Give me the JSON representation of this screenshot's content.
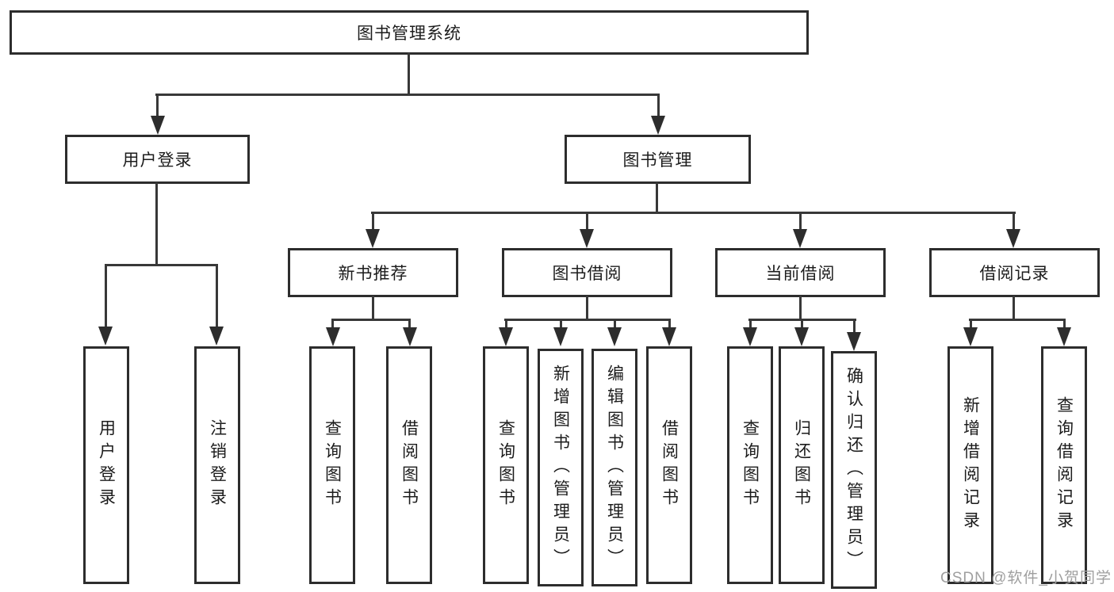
{
  "tree": {
    "root": "图书管理系统",
    "level2": [
      {
        "label": "用户登录",
        "children": [
          "用户登录",
          "注销登录"
        ]
      },
      {
        "label": "图书管理",
        "children": [
          {
            "label": "新书推荐",
            "children": [
              "查询图书",
              "借阅图书"
            ]
          },
          {
            "label": "图书借阅",
            "children": [
              "查询图书",
              "新增图书（管理员）",
              "编辑图书（管理员）",
              "借阅图书"
            ]
          },
          {
            "label": "当前借阅",
            "children": [
              "查询图书",
              "归还图书",
              "确认归还（管理员）"
            ]
          },
          {
            "label": "借阅记录",
            "children": [
              "新增借阅记录",
              "查询借阅记录"
            ]
          }
        ]
      }
    ]
  },
  "watermark": {
    "text": "CSDN @软件_小贺同学"
  },
  "colors": {
    "border": "#2d2d2d",
    "line": "#383838",
    "text": "#1c1c1c",
    "watermark_text": "#9f9f9f",
    "background": "#ffffff"
  }
}
